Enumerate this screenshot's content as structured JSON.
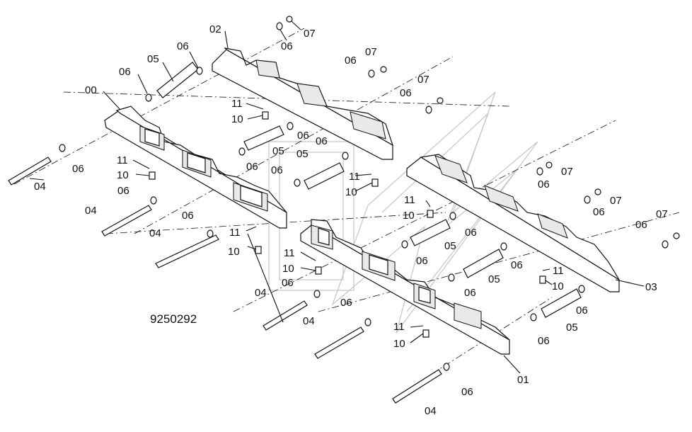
{
  "drawing_number": "9250292",
  "labels": {
    "l00": "00",
    "l01": "01",
    "l02": "02",
    "l03": "03",
    "l04a": "04",
    "l04b": "04",
    "l04c": "04",
    "l04d": "04",
    "l04e": "04",
    "l04f": "04",
    "l05a": "05",
    "l05b": "05",
    "l05c": "05",
    "l05d": "05",
    "l05e": "05",
    "l05f": "05",
    "l06a": "06",
    "l06b": "06",
    "l06c": "06",
    "l06d": "06",
    "l06e": "06",
    "l06f": "06",
    "l06g": "06",
    "l06h": "06",
    "l06i": "06",
    "l06j": "06",
    "l06k": "06",
    "l06l": "06",
    "l06m": "06",
    "l06n": "06",
    "l06o": "06",
    "l06p": "06",
    "l06q": "06",
    "l06r": "06",
    "l06s": "06",
    "l06t": "06",
    "l06u": "06",
    "l06v": "06",
    "l06w": "06",
    "l07a": "07",
    "l07b": "07",
    "l07c": "07",
    "l07d": "07",
    "l07e": "07",
    "l07f": "07",
    "l10a": "10",
    "l10b": "10",
    "l10c": "10",
    "l10d": "10",
    "l10e": "10",
    "l10f": "10",
    "l10g": "10",
    "l10h": "10",
    "l11a": "11",
    "l11b": "11",
    "l11c": "11",
    "l11d": "11",
    "l11e": "11",
    "l11f": "11",
    "l11g": "11",
    "l11h": "11"
  }
}
